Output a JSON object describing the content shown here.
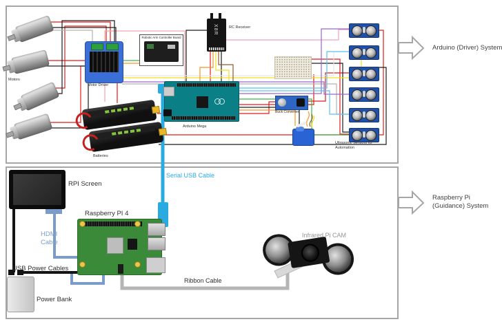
{
  "palette": {
    "box_border": "#a6a6a6",
    "wire_red": "#e01a1a",
    "wire_black": "#1c1c1c",
    "serial_cable_blue": "#29abe2",
    "hdmi_cable_blue": "#7b9cc9",
    "ribbon_cable_gray": "#b5b5b5",
    "label_dark": "#2e2e2e",
    "infrared_label_gray": "#969696"
  },
  "arduino_system": {
    "arrow_label": "Arduino (Driver) System",
    "rc_receiver_device_text": "X8R",
    "labels": {
      "motors": "Motors",
      "motor_driver": "Motor Driver",
      "arm_controller": "Robotic Arm Controller Board",
      "rc_receiver": "RC Receiver",
      "arduino": "Arduino Mega",
      "batteries": "Batteries",
      "buck_converter": "Buck Converter",
      "ultrasonic": "Ultrasonic Sensors for Automation"
    }
  },
  "raspberry_system": {
    "arrow_label": "Raspberry Pi (Guidance) System",
    "labels": {
      "rpi_screen": "RPI Screen",
      "raspberry_pi": "Raspberry PI 4",
      "hdmi_cable": "HDMI Cable",
      "usb_power_cables": "USB Power Cables",
      "power_bank": "Power Bank",
      "serial_usb_cable": "Serial USB Cable",
      "ribbon_cable": "Ribbon Cable",
      "infrared_cam": "Infrared Pi CAM"
    }
  }
}
